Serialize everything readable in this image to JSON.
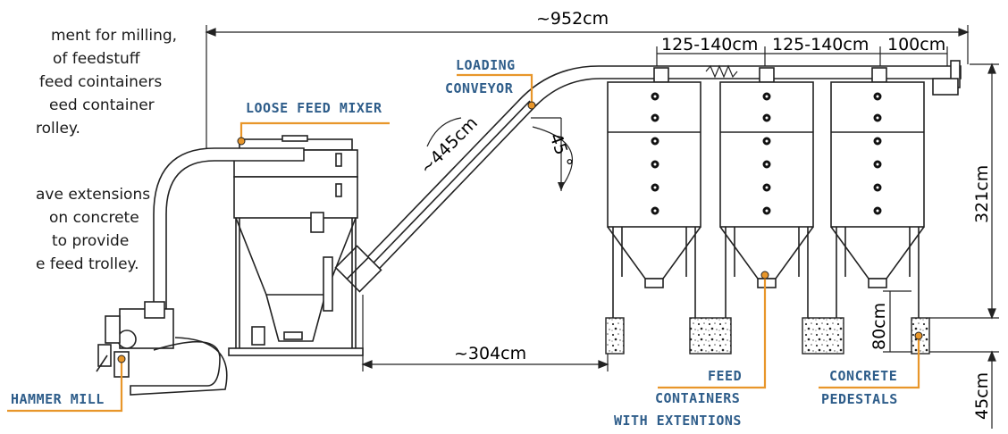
{
  "description_lines": [
    "ment for milling,",
    "of feedstuff",
    "feed cointainers",
    "eed container",
    "rolley.",
    "ave extensions",
    "on concrete",
    "to provide",
    "e feed trolley."
  ],
  "labels": {
    "loading_conveyor": [
      "LOADING",
      "CONVEYOR"
    ],
    "loose_feed_mixer": "LOOSE FEED MIXER",
    "hammer_mill": "HAMMER MILL",
    "feed_containers": [
      "FEED",
      "CONTAINERS",
      "WITH EXTENTIONS"
    ],
    "concrete_pedestals": [
      "CONCRETE",
      "PEDESTALS"
    ]
  },
  "dimensions": {
    "total_length": "~952cm",
    "spacing_1": "125-140cm",
    "spacing_2": "125-140cm",
    "spacing_3": "100cm",
    "conveyor_length": "~445cm",
    "conveyor_angle": "45 °",
    "height": "321cm",
    "pedestal_height": "80cm",
    "bottom_height": "45cm",
    "horizontal_distance": "~304cm"
  },
  "colors": {
    "accent": "#e8962a",
    "label_blue": "#2e5d8a",
    "line": "#222222"
  }
}
